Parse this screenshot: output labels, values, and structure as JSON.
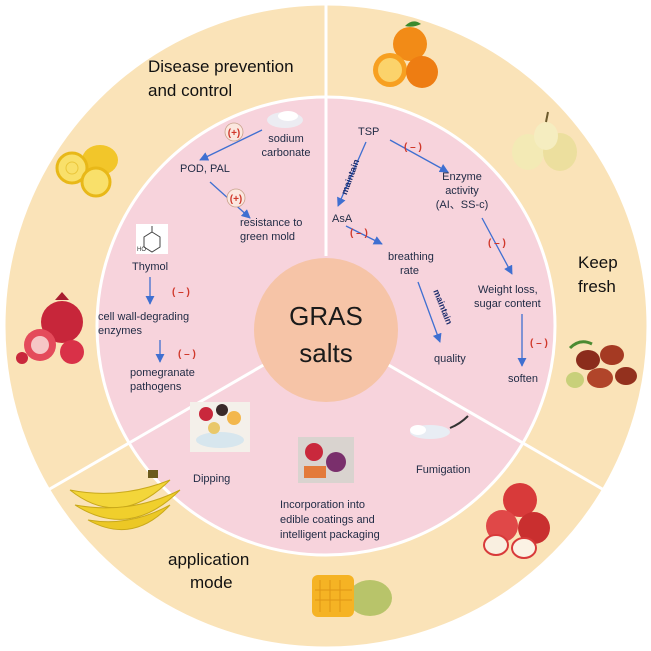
{
  "center": {
    "line1": "GRAS",
    "line2": "salts"
  },
  "sections": {
    "disease": {
      "line1": "Disease prevention",
      "line2": "and control"
    },
    "fresh": {
      "line1": "Keep",
      "line2": "fresh"
    },
    "application": {
      "line1": "application",
      "line2": "mode"
    }
  },
  "disease_panel": {
    "sodium": [
      "sodium",
      "carbonate"
    ],
    "pod_pal": "POD, PAL",
    "resistance": [
      "resistance to",
      "green mold"
    ],
    "thymol": "Thymol",
    "thymol_molecule": "HO",
    "cell_wall": [
      "cell wall-degrading",
      "enzymes"
    ],
    "pomegranate": [
      "pomegranate",
      "pathogens"
    ]
  },
  "fresh_panel": {
    "tsp": "TSP",
    "enzyme": [
      "Enzyme",
      "activity",
      "(AI、SS-c)"
    ],
    "asa": "AsA",
    "breathing": [
      "breathing",
      "rate"
    ],
    "weight": [
      "Weight loss,",
      "sugar content"
    ],
    "quality": "quality",
    "soften": "soften",
    "maintain": "maintain"
  },
  "signs": {
    "plus": "(+)",
    "minus": "( – )"
  },
  "application_panel": {
    "dipping": "Dipping",
    "fumigation": "Fumigation",
    "incorporation": [
      "Incorporation into",
      "edible coatings and",
      "intelligent packaging"
    ]
  },
  "colors": {
    "outer_ring": "#fae3b8",
    "inner_ring": "#f7d3dc",
    "center": "#f6c4a7",
    "arrow": "#3f6fd1",
    "sign": "#d0382b"
  }
}
